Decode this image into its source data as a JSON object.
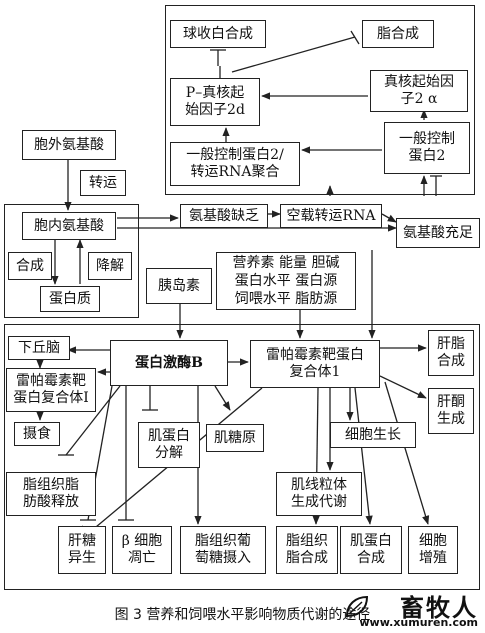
{
  "nodes": {
    "globulin": "球收白合成",
    "fat_synthesis": "脂合成",
    "p_eif": "P–真核起\n始因子2d",
    "eif2a": "真核起始因\n子2 α",
    "gcn2_trna": "一般控制蛋白2/\n转运RNA聚合",
    "gcn2": "一般控制\n蛋白2",
    "extracellular_aa": "胞外氨基酸",
    "transport": "转运",
    "intracellular_aa": "胞内氨基酸",
    "synthesis": "合成",
    "degradation": "降解",
    "protein": "蛋白质",
    "aa_deficiency": "氨基酸缺乏",
    "empty_trna": "空载转运RNA",
    "aa_sufficient": "氨基酸充足",
    "nutrients": "营养素  能量  胆碱\n蛋白水平  蛋白源\n饲喂水平  脂肪源",
    "insulin": "胰岛素",
    "hypothalamus": "下丘脑",
    "mtorc1_left": "雷帕霉素靶\n蛋白复合体Ⅰ",
    "feeding": "摄食",
    "pkb": "蛋白激酶B",
    "mtorc1_main": "雷帕霉素靶蛋白\n复合体1",
    "liver_fat": "肝脂\n合成",
    "liver_ketone": "肝酮\n生成",
    "cell_growth": "细胞生长",
    "muscle_protein_breakdown": "肌蛋白\n分解",
    "muscle_glycogen": "肌糖原",
    "adipose_fa_release": "脂组织脂\n肪酸释放",
    "mito_biogenesis": "肌线粒体\n生成代谢",
    "gluconeogenesis": "肝糖\n异生",
    "beta_cell_apoptosis": "β 细胞\n凋亡",
    "adipose_glucose": "脂组织葡\n萄糖摄入",
    "adipose_lipogenesis": "脂组织\n脂合成",
    "muscle_protein_synthesis": "肌蛋白\n合成",
    "cell_proliferation": "细胞\n增殖"
  },
  "caption": "图 3   营养和饲喂水平影响物质代谢的途径",
  "logo": {
    "name": "畜牧人",
    "url": "www.xumuren.com"
  },
  "colors": {
    "line": "#222222"
  }
}
